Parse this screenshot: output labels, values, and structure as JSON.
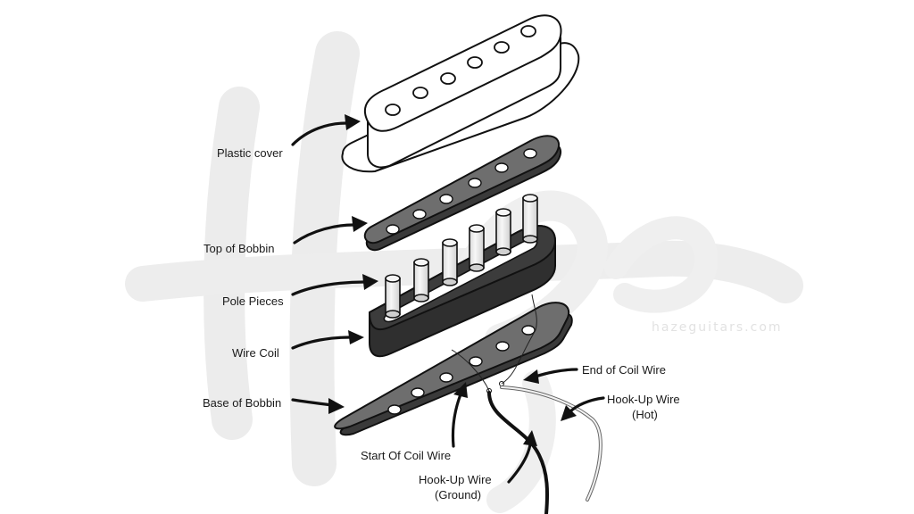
{
  "labels": {
    "plastic_cover": "Plastic cover",
    "top_of_bobbin": "Top of Bobbin",
    "pole_pieces": "Pole Pieces",
    "wire_coil": "Wire Coil",
    "base_of_bobbin": "Base of Bobbin",
    "end_of_coil_wire": "End of Coil Wire",
    "hookup_hot_line1": "Hook-Up Wire",
    "hookup_hot_line2": "(Hot)",
    "start_of_coil_wire": "Start Of Coil Wire",
    "hookup_ground_line1": "Hook-Up Wire",
    "hookup_ground_line2": "(Ground)"
  },
  "watermark": {
    "url": "hazeguitars.com",
    "logo": "Haze"
  },
  "colors": {
    "bobbin_fill": "#6e6e6e",
    "coil_fill": "#2f2f2f",
    "pole_fill": "#f3f3f3",
    "outline": "#111111",
    "watermark": "#e9e9e9"
  }
}
